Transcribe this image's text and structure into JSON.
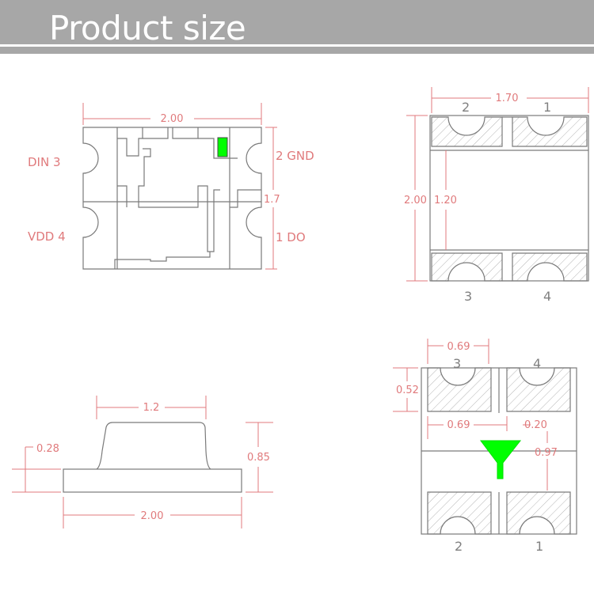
{
  "page": {
    "title": "Product size"
  },
  "colors": {
    "outline": "#7a7a7a",
    "dimension": "#e07a7c",
    "marker": "#00ff00",
    "hatch": "#a9a9a9"
  },
  "top_view": {
    "width_label": "2.00",
    "height_label": "1.7",
    "pins": {
      "p3": "DIN  3",
      "p4": "VDD  4",
      "p2": "2  GND",
      "p1": "1  DO"
    }
  },
  "bottom_view": {
    "width_label": "1.70",
    "height_label": "2.00",
    "gap_label": "1.20",
    "pins_top": [
      "2",
      "1"
    ],
    "pins_bottom": [
      "3",
      "4"
    ]
  },
  "side_view": {
    "top_width": "1.2",
    "base_height": "0.28",
    "total_height": "0.85",
    "base_width": "2.00"
  },
  "pad_view": {
    "pad_width": "0.69",
    "pad_height": "0.52",
    "gap_width": "0.69",
    "spacing": "0.20",
    "vertical": "0.97",
    "pins_top": [
      "3",
      "4"
    ],
    "pins_bottom": [
      "2",
      "1"
    ]
  }
}
